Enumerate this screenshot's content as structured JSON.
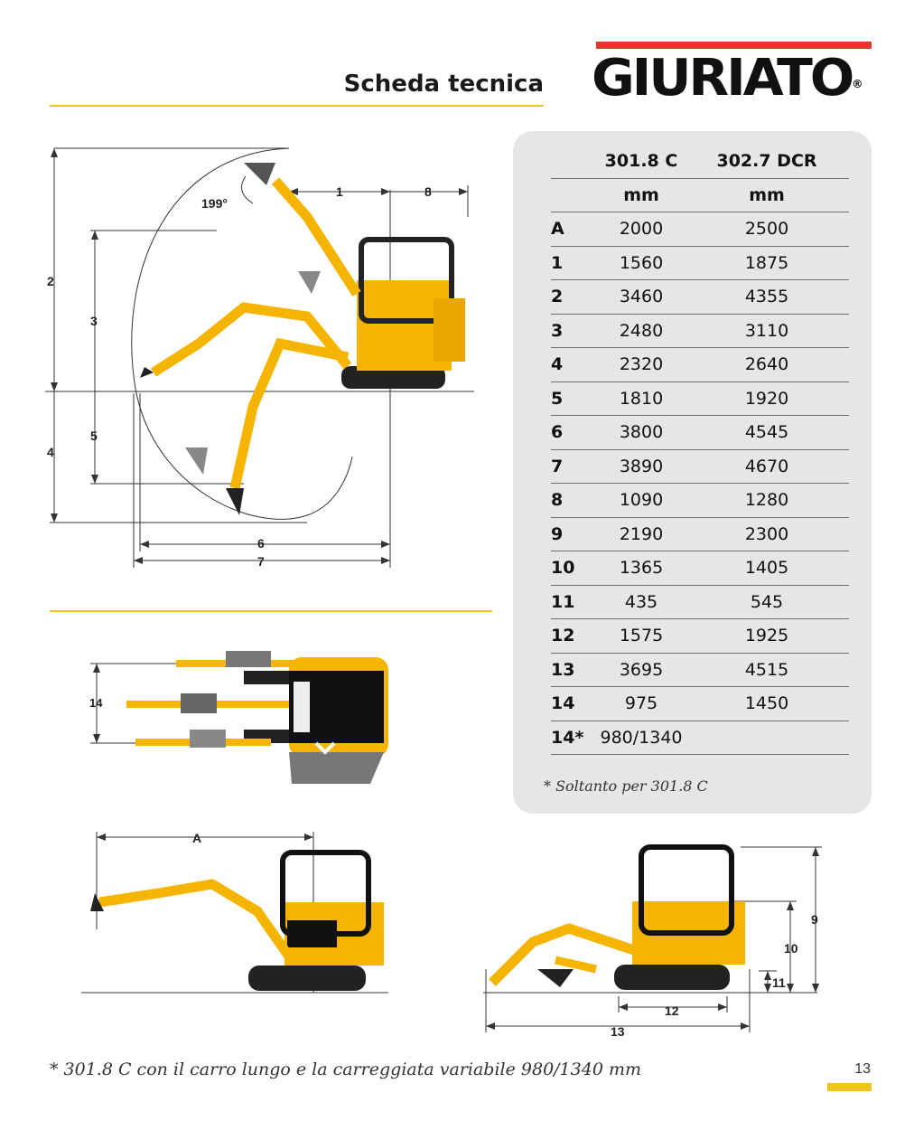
{
  "header": {
    "title": "Scheda tecnica",
    "logo": "GIURIATO",
    "logo_mark": "®"
  },
  "spec_table": {
    "col_headers": [
      "301.8 C",
      "302.7 DCR"
    ],
    "units": [
      "mm",
      "mm"
    ],
    "rows": [
      {
        "label": "A",
        "v1": "2000",
        "v2": "2500"
      },
      {
        "label": "1",
        "v1": "1560",
        "v2": "1875"
      },
      {
        "label": "2",
        "v1": "3460",
        "v2": "4355"
      },
      {
        "label": "3",
        "v1": "2480",
        "v2": "3110"
      },
      {
        "label": "4",
        "v1": "2320",
        "v2": "2640"
      },
      {
        "label": "5",
        "v1": "1810",
        "v2": "1920"
      },
      {
        "label": "6",
        "v1": "3800",
        "v2": "4545"
      },
      {
        "label": "7",
        "v1": "3890",
        "v2": "4670"
      },
      {
        "label": "8",
        "v1": "1090",
        "v2": "1280"
      },
      {
        "label": "9",
        "v1": "2190",
        "v2": "2300"
      },
      {
        "label": "10",
        "v1": "1365",
        "v2": "1405"
      },
      {
        "label": "11",
        "v1": "435",
        "v2": "545"
      },
      {
        "label": "12",
        "v1": "1575",
        "v2": "1925"
      },
      {
        "label": "13",
        "v1": "3695",
        "v2": "4515"
      },
      {
        "label": "14",
        "v1": "975",
        "v2": "1450"
      },
      {
        "label": "14*",
        "v1": "980/1340",
        "v2": ""
      }
    ],
    "note": "* Soltanto per 301.8 C"
  },
  "diagram_labels": {
    "angle": "199°",
    "dim_1": "1",
    "dim_2": "2",
    "dim_3": "3",
    "dim_4": "4",
    "dim_5": "5",
    "dim_6": "6",
    "dim_7": "7",
    "dim_8": "8",
    "dim_9": "9",
    "dim_10": "10",
    "dim_11": "11",
    "dim_12": "12",
    "dim_13": "13",
    "dim_14": "14",
    "dim_A": "A"
  },
  "footer": {
    "footnote": "* 301.8 C con il carro lungo e la carreggiata variabile 980/1340 mm",
    "page_number": "13"
  },
  "colors": {
    "accent_yellow": "#f2c318",
    "logo_red": "#e03a2c",
    "machine_yellow": "#f5b400",
    "panel_gray": "#e6e6e7"
  }
}
